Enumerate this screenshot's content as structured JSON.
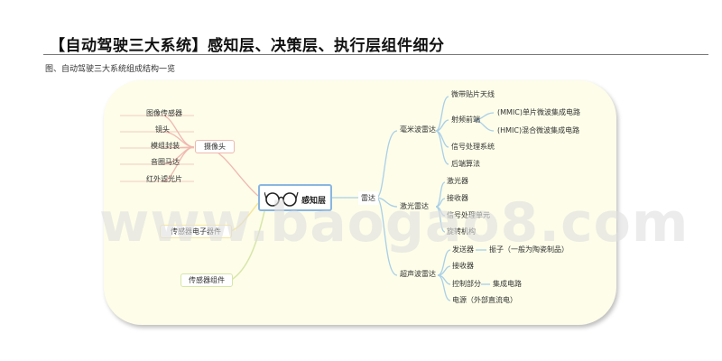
{
  "header": {
    "title": "【自动驾驶三大系统】感知层、决策层、执行层组件细分",
    "caption": "图、自动驾驶三大系统组成结构一览"
  },
  "mindmap": {
    "center": "感知层",
    "camera": {
      "label": "摄像头",
      "children": [
        "图像传感器",
        "镜头",
        "模组封装",
        "音圈马达",
        "红外滤光片"
      ]
    },
    "sensor_chip": "传感器电子器件",
    "sensor_parts": "传感器组件",
    "radar": {
      "label": "雷达",
      "mmwave": {
        "label": "毫米波雷达",
        "children": [
          "微带贴片天线",
          "射频前端",
          "信号处理系统",
          "后端算法"
        ],
        "rf_children": [
          "(MMIC)单片微波集成电路",
          "(HMIC)混合微波集成电路"
        ]
      },
      "lidar": {
        "label": "激光雷达",
        "children": [
          "激光器",
          "接收器",
          "信号处理单元",
          "旋转机构"
        ]
      },
      "ultrasonic": {
        "label": "超声波雷达",
        "children": [
          "发送器",
          "接收器",
          "控制部分",
          "电源（外部直流电）"
        ],
        "transmitter_child": "振子（一般为陶瓷制品）",
        "control_child": "集成电路"
      }
    }
  },
  "watermark": "www.baogao8.com",
  "colors": {
    "panel": "#fdfde9",
    "camera_branch": "#f0b8b0",
    "sensor_branch": "#f5e69a",
    "parts_branch": "#d7e6a8",
    "radar_branch": "#a9cfe8"
  }
}
